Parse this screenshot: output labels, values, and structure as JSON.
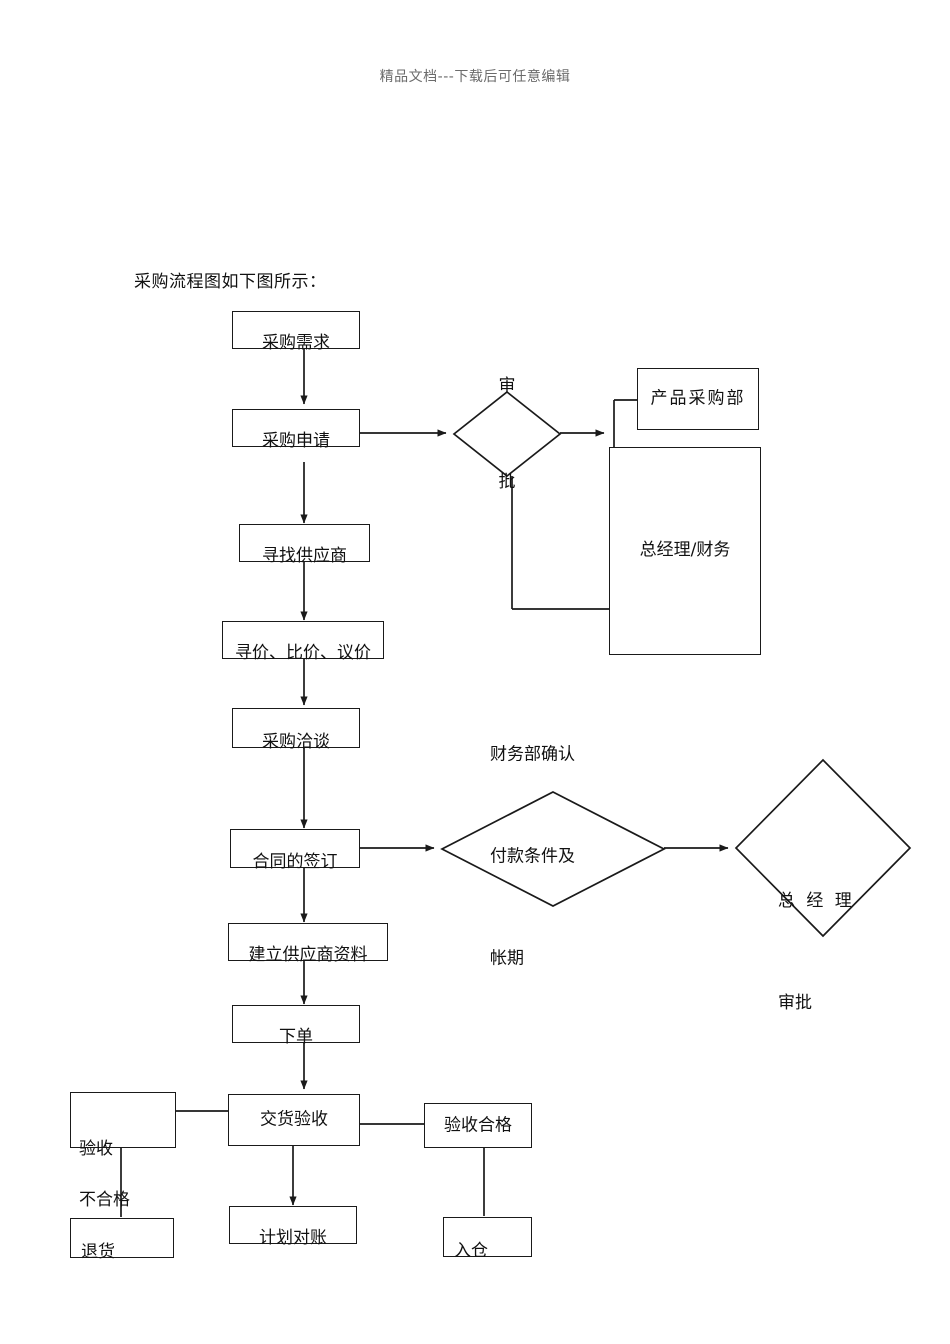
{
  "header": {
    "watermark_text": "精品文档---下载后可任意编辑"
  },
  "document": {
    "intro_line": "采购流程图如下图所示："
  },
  "flowchart": {
    "title": "采购流程图",
    "nodes": {
      "demand": {
        "label": "采购需求",
        "shape": "rect"
      },
      "application": {
        "label": "采购申请",
        "shape": "rect"
      },
      "approval": {
        "label_line1": "审",
        "label_line2": "批",
        "shape": "diamond"
      },
      "product_dept": {
        "label": "产品采购部",
        "shape": "rect"
      },
      "gm_finance": {
        "label": "总经理/财务",
        "shape": "rect"
      },
      "find_supplier": {
        "label": "寻找供应商",
        "shape": "rect"
      },
      "price_compare": {
        "label": "寻价、比价、议价",
        "shape": "rect"
      },
      "negotiation": {
        "label": "采购洽谈",
        "shape": "rect"
      },
      "contract": {
        "label": "合同的签订",
        "shape": "rect"
      },
      "finance_confirm": {
        "label_line1": "财务部确认",
        "label_line2": "付款条件及",
        "label_line3": "帐期",
        "shape": "diamond"
      },
      "gm_approval": {
        "label_line1": "总 经 理",
        "label_line2": "审批",
        "shape": "diamond"
      },
      "supplier_record": {
        "label": "建立供应商资料",
        "shape": "rect"
      },
      "place_order": {
        "label": "下单",
        "shape": "rect"
      },
      "delivery_check": {
        "label": "交货验收",
        "shape": "rect"
      },
      "check_failed": {
        "label_line1": "验收",
        "label_line2": "不合格",
        "shape": "rect"
      },
      "check_passed": {
        "label": "验收合格",
        "shape": "rect"
      },
      "return_goods": {
        "label": "退货",
        "shape": "rect"
      },
      "plan_reconcile": {
        "label": "计划对账",
        "shape": "rect"
      },
      "warehouse_in": {
        "label": "入仓",
        "shape": "rect"
      }
    },
    "colors": {
      "line": "#1a1a1a",
      "text": "#111111",
      "background": "#ffffff",
      "watermark": "#6b6b6b"
    }
  }
}
